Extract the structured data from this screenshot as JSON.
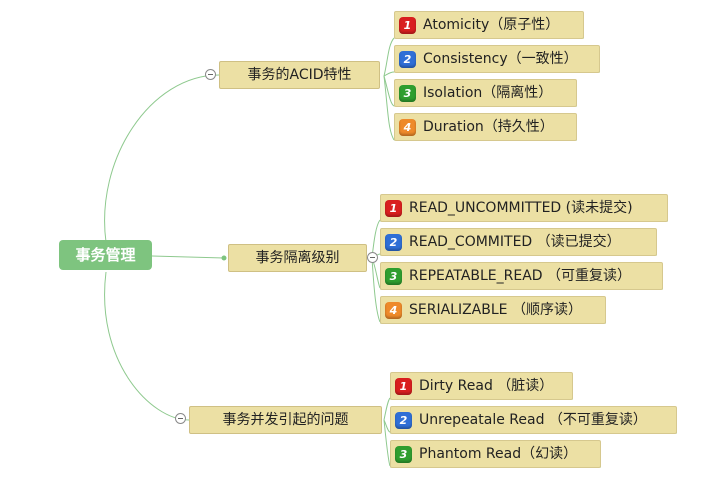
{
  "root": {
    "label": "事务管理"
  },
  "branches": [
    {
      "label": "事务的ACID特性"
    },
    {
      "label": "事务隔离级别"
    },
    {
      "label": "事务并发引起的问题"
    }
  ],
  "leaves": [
    {
      "num": "1",
      "label": "Atomicity（原子性）"
    },
    {
      "num": "2",
      "label": "Consistency（一致性）"
    },
    {
      "num": "3",
      "label": "Isolation（隔离性）"
    },
    {
      "num": "4",
      "label": "Duration（持久性）"
    },
    {
      "num": "1",
      "label": "READ_UNCOMMITTED (读未提交)"
    },
    {
      "num": "2",
      "label": "READ_COMMITED （读已提交）"
    },
    {
      "num": "3",
      "label": "REPEATABLE_READ （可重复读）"
    },
    {
      "num": "4",
      "label": "SERIALIZABLE （顺序读）"
    },
    {
      "num": "1",
      "label": "Dirty Read （脏读）"
    },
    {
      "num": "2",
      "label": "Unrepeatale Read （不可重复读）"
    },
    {
      "num": "3",
      "label": "Phantom Read（幻读）"
    }
  ],
  "colors": {
    "line": "#8ec98e",
    "root": "#7ec47f",
    "node": "#ece0a4"
  }
}
